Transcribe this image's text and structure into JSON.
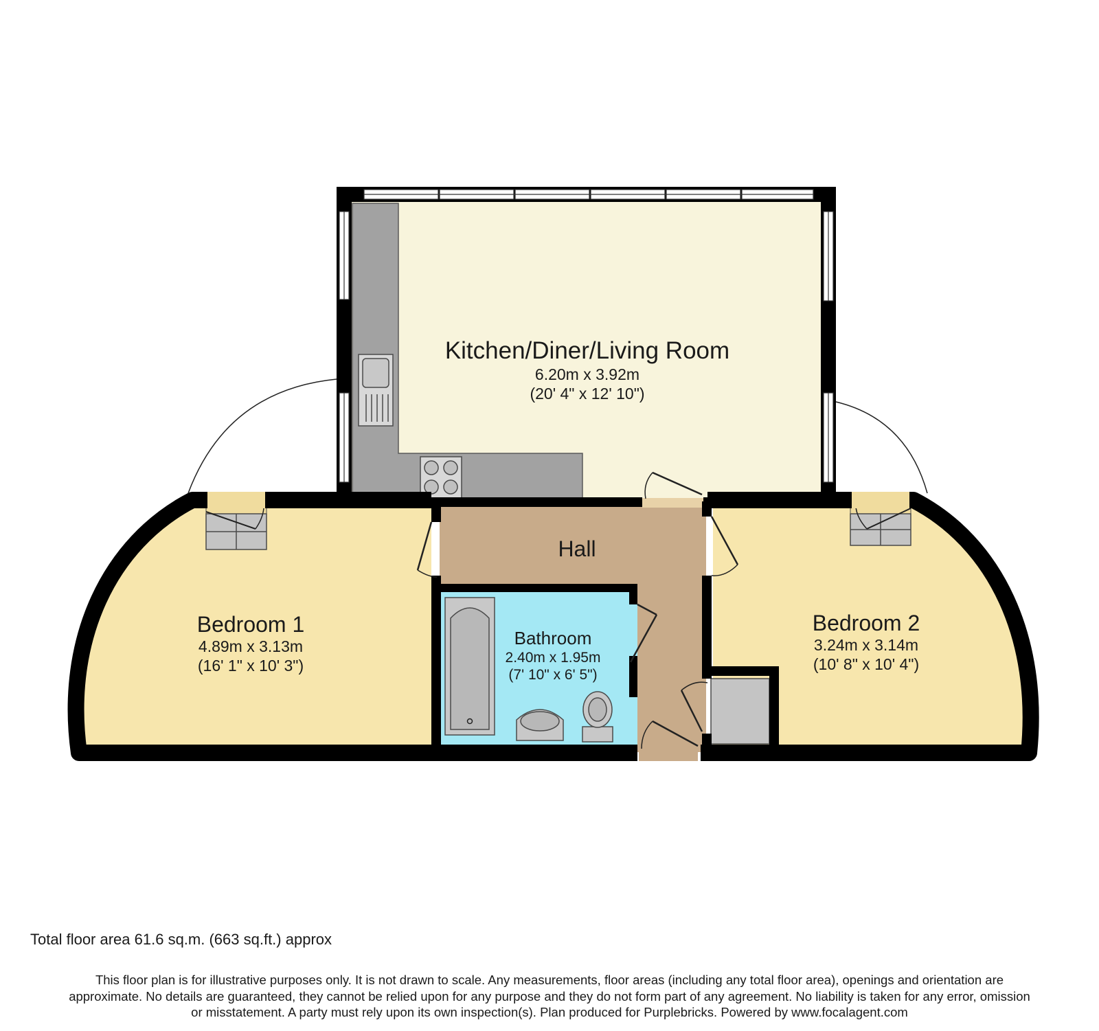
{
  "rooms": {
    "kitchen": {
      "name": "Kitchen/Diner/Living Room",
      "metric": "6.20m x 3.92m",
      "imperial": "(20' 4\" x 12' 10\")"
    },
    "hall": {
      "name": "Hall"
    },
    "bedroom1": {
      "name": "Bedroom 1",
      "metric": "4.89m x 3.13m",
      "imperial": "(16' 1\" x 10' 3\")"
    },
    "bathroom": {
      "name": "Bathroom",
      "metric": "2.40m x 1.95m",
      "imperial": "(7' 10\" x 6' 5\")"
    },
    "bedroom2": {
      "name": "Bedroom 2",
      "metric": "3.24m x 3.14m",
      "imperial": "(10' 8\" x 10' 4\")"
    }
  },
  "total_area": "Total floor area 61.6 sq.m. (663 sq.ft.) approx",
  "disclaimer": {
    "line1": "This floor plan is for illustrative purposes only. It is not drawn to scale. Any measurements, floor areas (including any total floor area), openings and orientation are",
    "line2": "approximate. No details are guaranteed, they cannot be relied upon for any purpose and they do not form part of any agreement. No liability is taken for any error, omission",
    "line3": "or misstatement. A party must rely upon its own inspection(s). Plan produced for Purplebricks. Powered by www.focalagent.com"
  },
  "colors": {
    "wall": "#000000",
    "kitchen_floor": "#f8f4dc",
    "bedroom_floor": "#f7e6ad",
    "hall_floor": "#c8ab8a",
    "bathroom_floor": "#a4e8f4",
    "worktop": "#a2a2a2",
    "cupboard": "#c4c4c4"
  }
}
